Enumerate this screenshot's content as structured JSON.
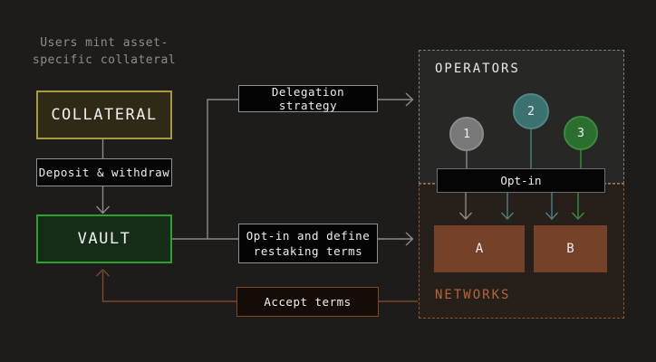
{
  "caption": {
    "line1": "Users mint asset-",
    "line2": "specific collateral"
  },
  "nodes": {
    "collateral": "COLLATERAL",
    "deposit_withdraw": "Deposit & withdraw",
    "vault": "VAULT",
    "delegation_strategy": "Delegation strategy",
    "optin_define_line1": "Opt-in and define",
    "optin_define_line2": "restaking terms",
    "accept_terms": "Accept terms",
    "optin_bar": "Opt-in"
  },
  "operators": {
    "label": "OPERATORS",
    "items": [
      {
        "id": "1",
        "color": "#787878"
      },
      {
        "id": "2",
        "color": "#3b716f"
      },
      {
        "id": "3",
        "color": "#2b6f2f"
      }
    ]
  },
  "networks": {
    "label": "NETWORKS",
    "box_fill": "#764129",
    "items": [
      {
        "id": "A"
      },
      {
        "id": "B"
      }
    ]
  },
  "colors": {
    "background": "#1d1c1a",
    "line_gray": "#8a8a8a",
    "line_orange": "#7a4a28",
    "line_teal": "#4a8382",
    "line_green": "#35913c",
    "collateral_border": "#a89a3e",
    "vault_border": "#2f9e33",
    "networks_label": "#b5633a",
    "operators_dash": "#7d7d7d",
    "networks_dash": "#8f5631"
  }
}
